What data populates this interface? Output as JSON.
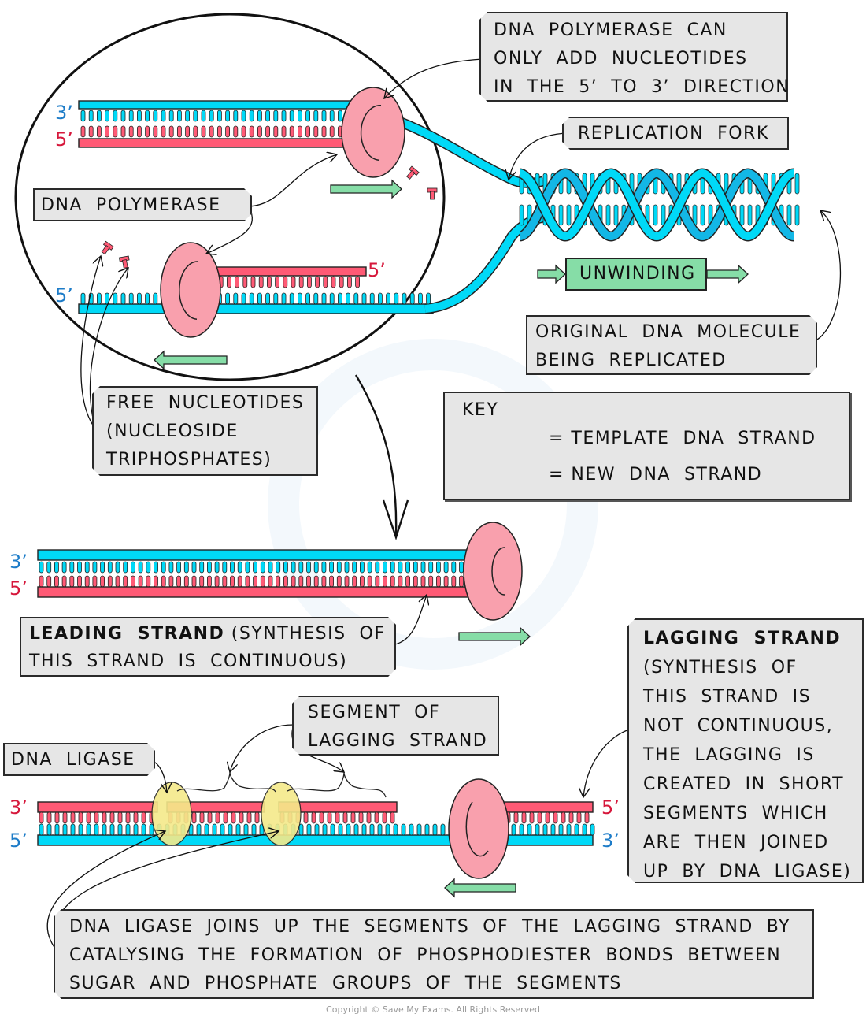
{
  "colors": {
    "template_strand": "#00d9f7",
    "new_strand": "#ff5a75",
    "polymerase": "#f9a0ad",
    "ligase": "#f5e98a",
    "arrow_green": "#86dda7",
    "box_bg": "#e6e6e6",
    "prime_blue": "#1d7cc8",
    "prime_red": "#d6173b"
  },
  "top_panel": {
    "magnified_view": {
      "top_strand_labels": {
        "template": "3’",
        "new": "5’"
      },
      "bottom_strand_labels": {
        "template": "5’",
        "new": "5’"
      }
    },
    "callouts": {
      "polymerase_direction": [
        "DNA  POLYMERASE  CAN",
        "ONLY  ADD  NUCLEOTIDES",
        "IN  THE  5’  TO  3’  DIRECTION"
      ],
      "replication_fork": "REPLICATION  FORK",
      "dna_polymerase": "DNA  POLYMERASE",
      "original_molecule": [
        "ORIGINAL  DNA  MOLECULE",
        "BEING  REPLICATED"
      ],
      "free_nucleotides": [
        "FREE  NUCLEOTIDES",
        "(NUCLEOSIDE",
        "TRIPHOSPHATES)"
      ]
    },
    "unwinding_label": "UNWINDING"
  },
  "key": {
    "title": "KEY",
    "items": [
      {
        "label": "= TEMPLATE  DNA  STRAND",
        "type": "template"
      },
      {
        "label": "= NEW  DNA  STRAND",
        "type": "new"
      }
    ]
  },
  "leading_strand": {
    "labels": {
      "template": "3’",
      "new": "5’"
    },
    "callout_bold": "LEADING  STRAND",
    "callout_rest_line1": " (SYNTHESIS  OF",
    "callout_line2": "THIS  STRAND  IS  CONTINUOUS)"
  },
  "lagging_strand": {
    "labels_left": {
      "new": "3’",
      "template": "5’"
    },
    "labels_right": {
      "new": "5’",
      "template": "3’"
    },
    "callout_bold": "LAGGING  STRAND",
    "callout_lines": [
      "(SYNTHESIS  OF",
      "THIS  STRAND  IS",
      "NOT  CONTINUOUS,",
      "THE  LAGGING  IS",
      "CREATED  IN  SHORT",
      "SEGMENTS  WHICH",
      "ARE  THEN  JOINED",
      "UP  BY  DNA  LIGASE)"
    ],
    "segment_callout": [
      "SEGMENT  OF",
      "LAGGING  STRAND"
    ],
    "ligase_callout": "DNA  LIGASE",
    "ligase_explanation": [
      "DNA  LIGASE  JOINS  UP  THE  SEGMENTS  OF  THE  LAGGING  STRAND  BY",
      "CATALYSING  THE  FORMATION  OF  PHOSPHODIESTER  BONDS  BETWEEN",
      "SUGAR  AND  PHOSPHATE  GROUPS  OF  THE  SEGMENTS"
    ]
  },
  "footer": {
    "copyright": "Copyright © Save My Exams. All Rights Reserved"
  }
}
